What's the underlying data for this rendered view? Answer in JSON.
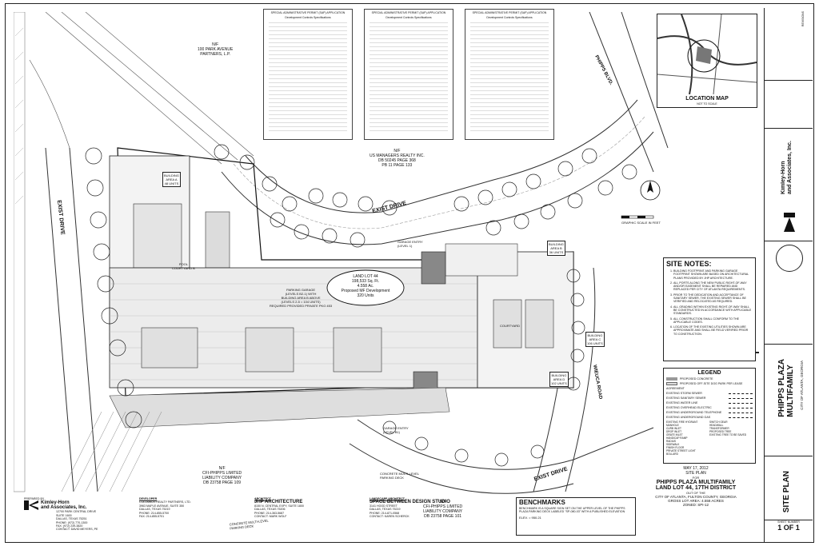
{
  "forms": [
    {
      "title": "SPECIAL ADMINISTRATIVE PERMIT (SAP) APPLICATION",
      "subtitle": "Development Controls Specifications"
    },
    {
      "title": "SPECIAL ADMINISTRATIVE PERMIT (SAP) APPLICATION",
      "subtitle": "Development Controls Specifications"
    },
    {
      "title": "SPECIAL ADMINISTRATIVE PERMIT (SAP) APPLICATION",
      "subtitle": "Development Controls Specifications"
    }
  ],
  "location_map": {
    "title": "LOCATION MAP",
    "subtitle": "NOT TO SCALE"
  },
  "plan_labels": {
    "owner_north": "N/F\n100 PARK AVENUE\nPARTNERS, L.P.",
    "owner_us": "N/F\nUS MANAGERS REALTY INC.\nDB 50245 PAGE 368\nPB 11 PAGE 133",
    "owner_cfi_1": "N/F\nCFI-PHIPPS LIMITED\nLIABILITY COMPANY\nDB 23758 PAGE 109",
    "owner_cfi_2": "N/F\nCFI-PHIPPS LIMITED\nLIABILITY COMPANY\nDB 23758 PAGE 101",
    "exist_drive_1": "EXIST DRIVE",
    "exist_drive_2": "EXIST DRIVE",
    "exist_drive_3": "EXIST DRIVE",
    "phipps_blvd": "PHIPPS BLVD.",
    "wieuca_road": "WIEUCA ROAD",
    "building_a": "BUILDING\nAREA A\n48 UNITS",
    "building_b": "BUILDING\nAREA B\n36 UNITS",
    "building_c": "BUILDING\nAREA C\n106 UNITS",
    "building_d": "BUILDING\nAREA D\n102 UNITS",
    "pool_courtyard": "POOL\nCOURTYARD B",
    "courtyard": "COURTYARD",
    "parking_garage": "PARKING GARAGE\n(LEVELS B2-1) WITH\nBUILDING AREA B ABOVE\n(LEVELS 2-5 = 104 UNITS)\nREQUIRED PROVIDED PRIVATE PKG 453",
    "land_lot": "LAND LOT 44\n198,533 Sq. Ft.\n4.558 Ac.\nProposed MF Development\n320 Units",
    "concrete_deck_1": "CONCRETE MULTI-LEVEL\nPARKING DECK",
    "concrete_deck_2": "CONCRETE MULTI-LEVEL\nPARKING DECK",
    "garage_entry_1": "GARAGE ENTRY\n(LEVEL 1)",
    "garage_entry_2": "GARAGE ENTRY\n(LEVEL B1)",
    "graphic_scale": "GRAPHIC SCALE IN FEET"
  },
  "site_notes": {
    "title": "SITE NOTES:",
    "items": [
      "BUILDING FOOTPRINT AND PARKING GARAGE FOOTPRINT SHOWN ARE BASED ON ARCHITECTURAL PLANS PROVIDED BY JHP ARCHITECTURE.",
      "ALL PORTS ALONG THE NEW PUBLIC RIGHT-OF-WAY AND/OR EASEMENT SHALL BE REPAIRED AND REPLACED PER CITY OF ATLANTA REQUIREMENTS.",
      "PRIOR TO THE DEDICATION AND ACCEPTANCE OF SANITARY SEWER, THE EXISTING SEWER SHALL BE VERIFIED AND RELOCATED AS REQUIRED.",
      "ALL GRADING WITHIN EXISTING RIGHT-OF-WAY SHALL BE CONSTRUCTED IN ACCORDANCE WITH APPLICABLE STANDARDS.",
      "ALL CONSTRUCTION SHALL CONFORM TO THE APPLICABLE CODES.",
      "LOCATION OF THE EXISTING UTILITIES SHOWN ARE APPROXIMATE AND SHALL BE FIELD VERIFIED PRIOR TO CONSTRUCTION."
    ]
  },
  "legend": {
    "title": "LEGEND",
    "items": [
      {
        "label": "PROPOSED CONCRETE",
        "sym": "hatch"
      },
      {
        "label": "PROPOSED OFF-SITE DOG PARK PER LEASE AGREEMENT",
        "sym": "dots"
      },
      {
        "label": "EXISTING STORM SEWER",
        "sym": "line"
      },
      {
        "label": "EXISTING SANITARY SEWER",
        "sym": "line"
      },
      {
        "label": "EXISTING WATER LINE",
        "sym": "line"
      },
      {
        "label": "EXISTING OVERHEAD ELECTRIC",
        "sym": "line"
      },
      {
        "label": "EXISTING UNDERGROUND TELEPHONE",
        "sym": "line"
      },
      {
        "label": "EXISTING UNDERGROUND GAS",
        "sym": "line"
      }
    ],
    "symbols_left": [
      "EXISTING FIRE HYDRANT",
      "MANHOLE",
      "CURB INLET",
      "DROP INLET",
      "GRATE INLET",
      "HANDICAP RAMP",
      "RADIUS",
      "SIDEWALK",
      "FINISH FLOOR",
      "PRIVATE STREET LIGHT",
      "BOLLARD"
    ],
    "symbols_right": [
      "SWITCH GEAR",
      "HEADWALL",
      "TRANSFORMER",
      "PROPOSED TREE",
      "EXISTING TREE TO BE SAVED"
    ]
  },
  "benchmarks": {
    "title": "BENCHMARKS",
    "text": "BENCHMARK IS A SQUARE SIGN SET ON THE UPPER LEVEL OF THE PHIPPS PLAZA PARKING DECK LABELED \"SP-080-03\" WITH A PUBLISHED ELEVATION",
    "elev": "ELEV. = 950.21"
  },
  "title_block_center": {
    "date": "MAY 17, 2012",
    "sheet_type": "SITE PLAN",
    "for": "FOR",
    "project": "PHIPPS PLAZA MULTIFAMILY",
    "land_lot": "LAND LOT 44, 17TH DISTRICT",
    "out_of": "OUT OF THE",
    "city": "CITY OF ATLANTA, FULTON COUNTY, GEORGIA",
    "area": "GROSS LOT AREA: 4.558 ACRES",
    "zoned": "ZONED: SPI-12"
  },
  "bottom_block": {
    "prepared_by": "PREPARED BY",
    "company": "Kimley-Horn\nand Associates, Inc.",
    "company_addr": "12700 PARK CENTRAL DRIVE\nSUITE 1600\nDALLAS, TEXAS 75251\nPHONE: (972) 770-1300\nFAX: (972) 239-3820\nCONTACT: DAVID MEYERS, PE",
    "developer_h": "DEVELOPER",
    "developer": "COLUMBUS REALTY PARTNERS, LTD.\n3963 MAPLE AVENUE, SUITE 350\nDALLAS, TEXAS 75219\nPHONE: 214-855-5700\nFAX: 214-855-5701",
    "architect_h": "ARCHITECT",
    "architect": "JHP ARCHITECTURE",
    "architect_addr": "8150 N. CENTRAL EXPY, SUITE 1800\nDALLAS, TEXAS 75206\nPHONE: 214-363-5687\nCONTACT: MARK WOLF",
    "landscape_h": "LANDSCAPE ARCHITECT",
    "landscape": "SPACE BETWEEN DESIGN STUDIO",
    "landscape_addr": "3141 HOOD STREET\nDALLAS, TEXAS 75219\nPHONE: 214-871-0568\nCONTACT: KAREN SCHERCK"
  },
  "right_block": {
    "firm": "Kimley-Horn\nand Associates, Inc.",
    "project_v": "PHIPPS PLAZA\nMULTIFAMILY",
    "city_v": "CITY OF ATLANTA, GEORGIA",
    "sheet_title_v": "SITE PLAN",
    "sheet_number_h": "SHEET NUMBER",
    "sheet_number": "1 OF 1",
    "revisions_h": "REVISIONS"
  }
}
